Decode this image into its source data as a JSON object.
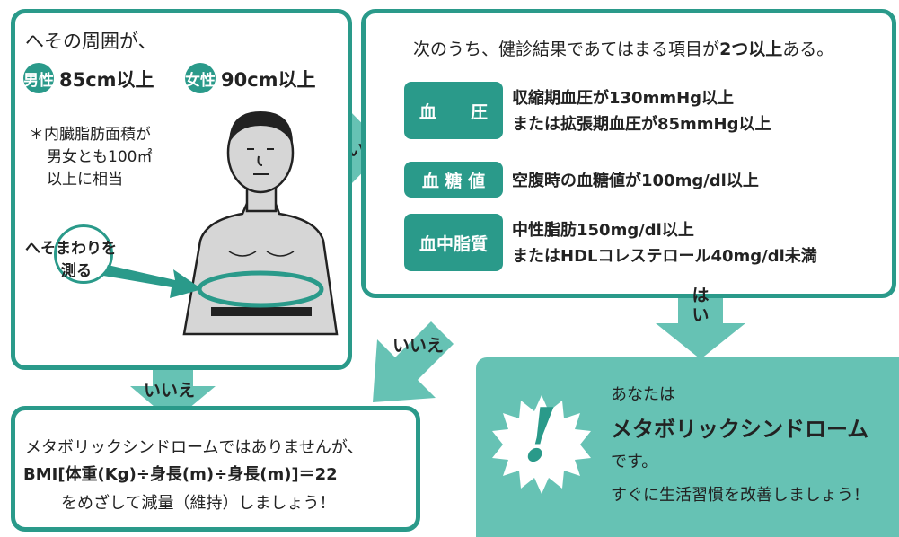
{
  "waist": {
    "heading": "へその周囲が、",
    "male_badge": "男性",
    "male_value": "85cm以上",
    "female_badge": "女性",
    "female_value": "90cm以上",
    "note_line1": "＊内臓脂肪面積が",
    "note_line2": "男女とも100㎡",
    "note_line3": "以上に相当",
    "measure_line1": "へそまわりを",
    "measure_line2": "測る"
  },
  "criteria": {
    "intro_prefix": "次のうち、健診結果であてはまる項目が",
    "intro_emph": "2つ以上",
    "intro_suffix": "ある。",
    "items": [
      {
        "label": "血　　圧",
        "line1": "収縮期血圧が130mmHg以上",
        "line2": "または拡張期血圧が85mmHg以上"
      },
      {
        "label": "血 糖 値",
        "line1": "空腹時の血糖値が100mg/dl以上",
        "line2": ""
      },
      {
        "label": "血中脂質",
        "line1": "中性脂肪150mg/dl以上",
        "line2": "またはHDLコレステロール40mg/dl未満"
      }
    ]
  },
  "arrows": {
    "yes_right": "はい",
    "yes_down": "はい",
    "no_diag": "いいえ",
    "no_down": "いいえ"
  },
  "result_no": {
    "line1": "メタボリックシンドロームではありませんが、",
    "line2": "BMI[体重(Kg)÷身長(m)÷身長(m)]＝22",
    "line3": "をめざして減量（維持）しましょう！"
  },
  "result_yes": {
    "icon_glyph": "!",
    "line1": "あなたは",
    "line2": "メタボリックシンドローム",
    "line3": "です。",
    "line4": "すぐに生活習慣を改善しましょう！"
  },
  "colors": {
    "accent": "#2a9a8a",
    "arrow": "#66c2b4",
    "result_bg": "#66c2b4"
  }
}
